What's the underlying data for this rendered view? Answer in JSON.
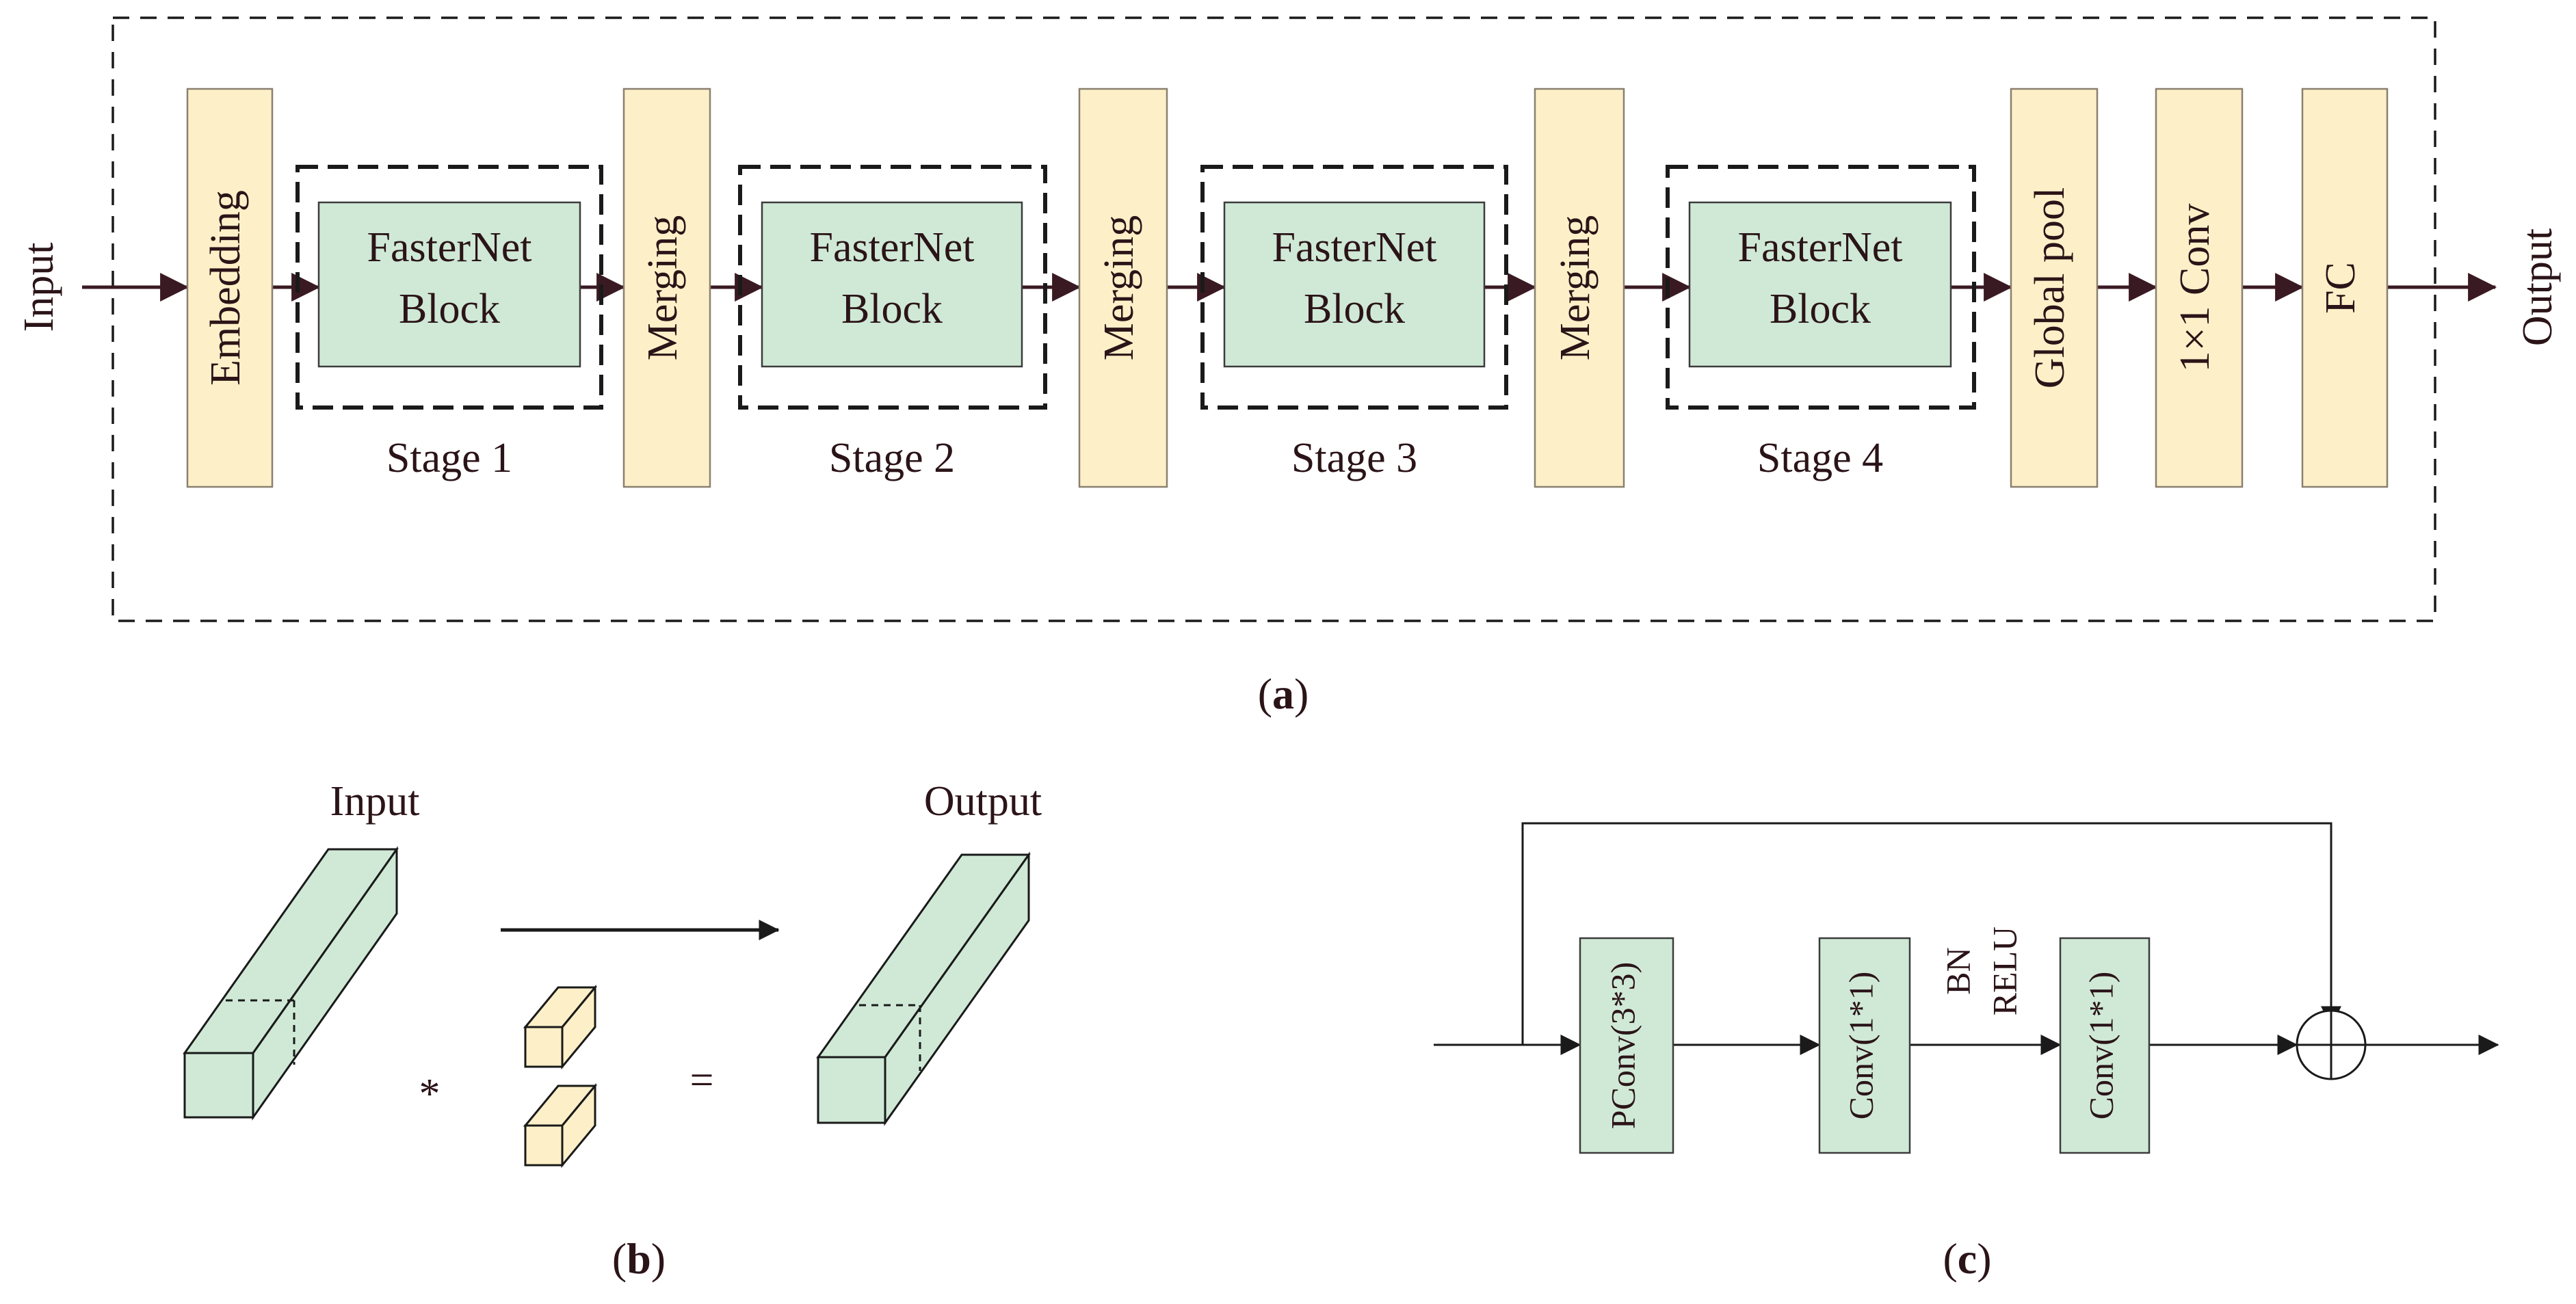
{
  "panel_a": {
    "input_label": "Input",
    "output_label": "Output",
    "embedding": "Embedding",
    "block_line1": "FasterNet",
    "block_line2": "Block",
    "merging": "Merging",
    "stages": [
      "Stage 1",
      "Stage 2",
      "Stage 3",
      "Stage 4"
    ],
    "global_pool": "Global pool",
    "conv": "1×1 Conv",
    "fc": "FC",
    "caption_letter": "a"
  },
  "panel_b": {
    "input_label": "Input",
    "output_label": "Output",
    "star": "*",
    "equals": "=",
    "caption_letter": "b"
  },
  "panel_c": {
    "pconv": "PConv(3*3)",
    "conv1": "Conv(1*1)",
    "bn": "BN",
    "relu": "RELU",
    "conv2": "Conv(1*1)",
    "caption_letter": "c"
  },
  "colors": {
    "yellow_box": "#fdf0c8",
    "green_box": "#cfe9d6",
    "arrow": "#3a1a22"
  }
}
